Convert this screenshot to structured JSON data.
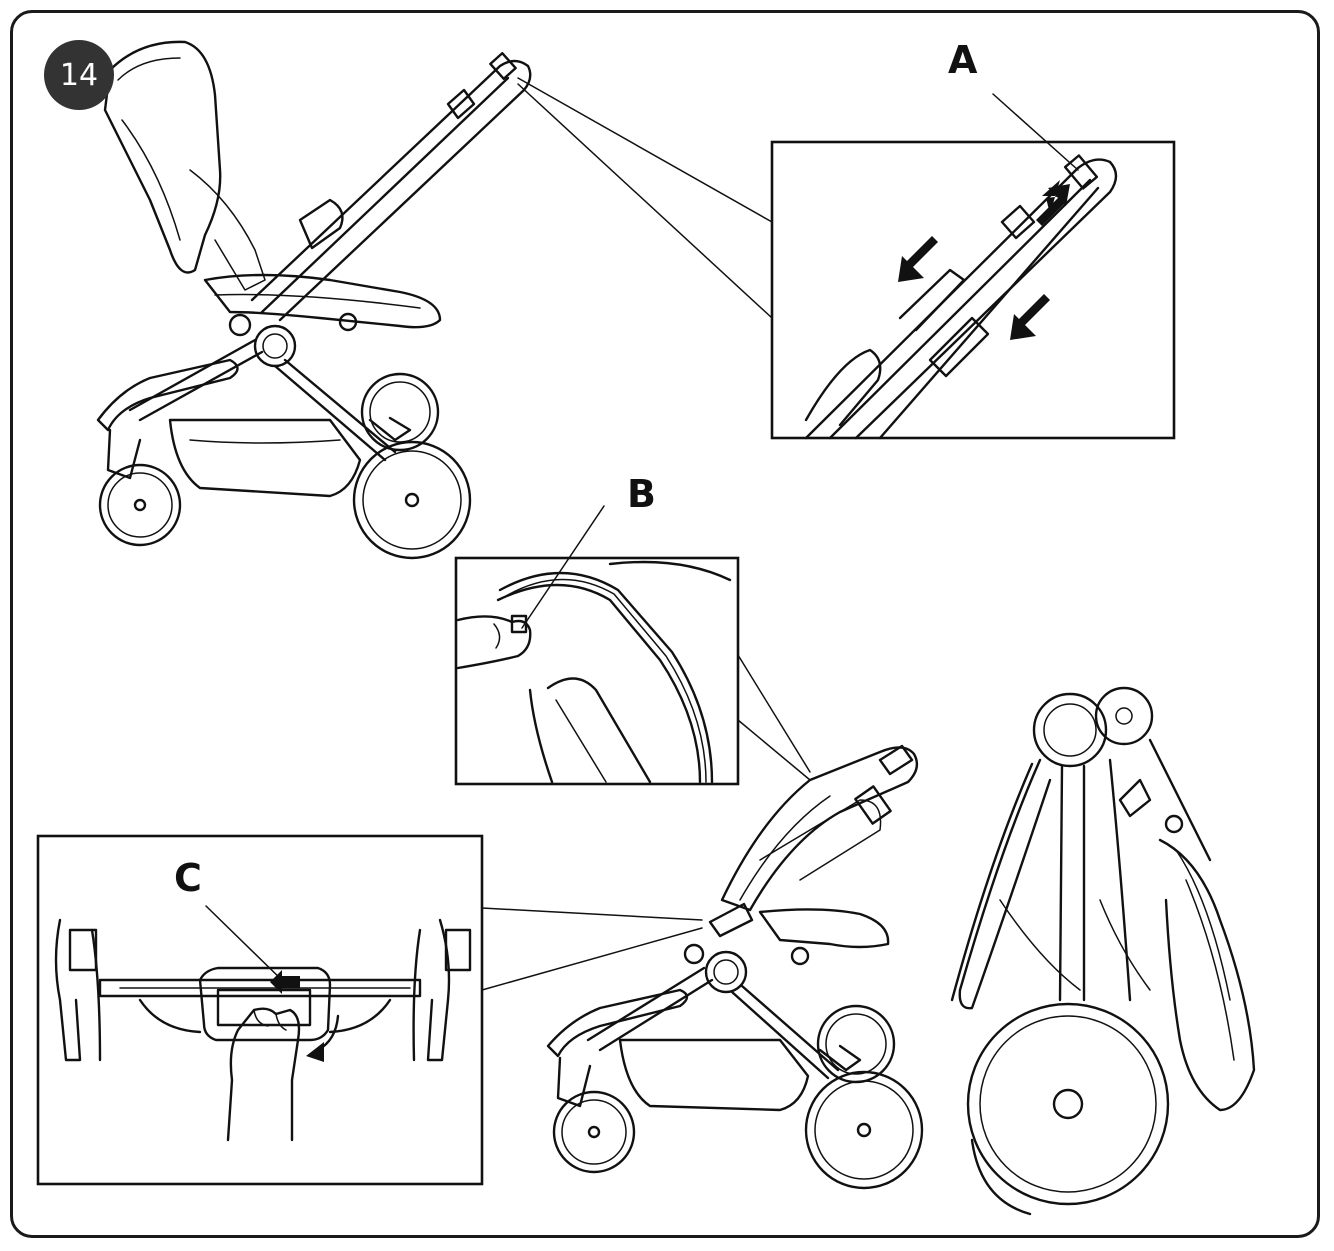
{
  "figure": {
    "step_number": "14",
    "callouts": {
      "a": "A",
      "b": "B",
      "c": "C"
    }
  },
  "colors": {
    "badge_fill": "#333333",
    "badge_text": "#ffffff",
    "line": "#111111",
    "background": "#ffffff"
  }
}
